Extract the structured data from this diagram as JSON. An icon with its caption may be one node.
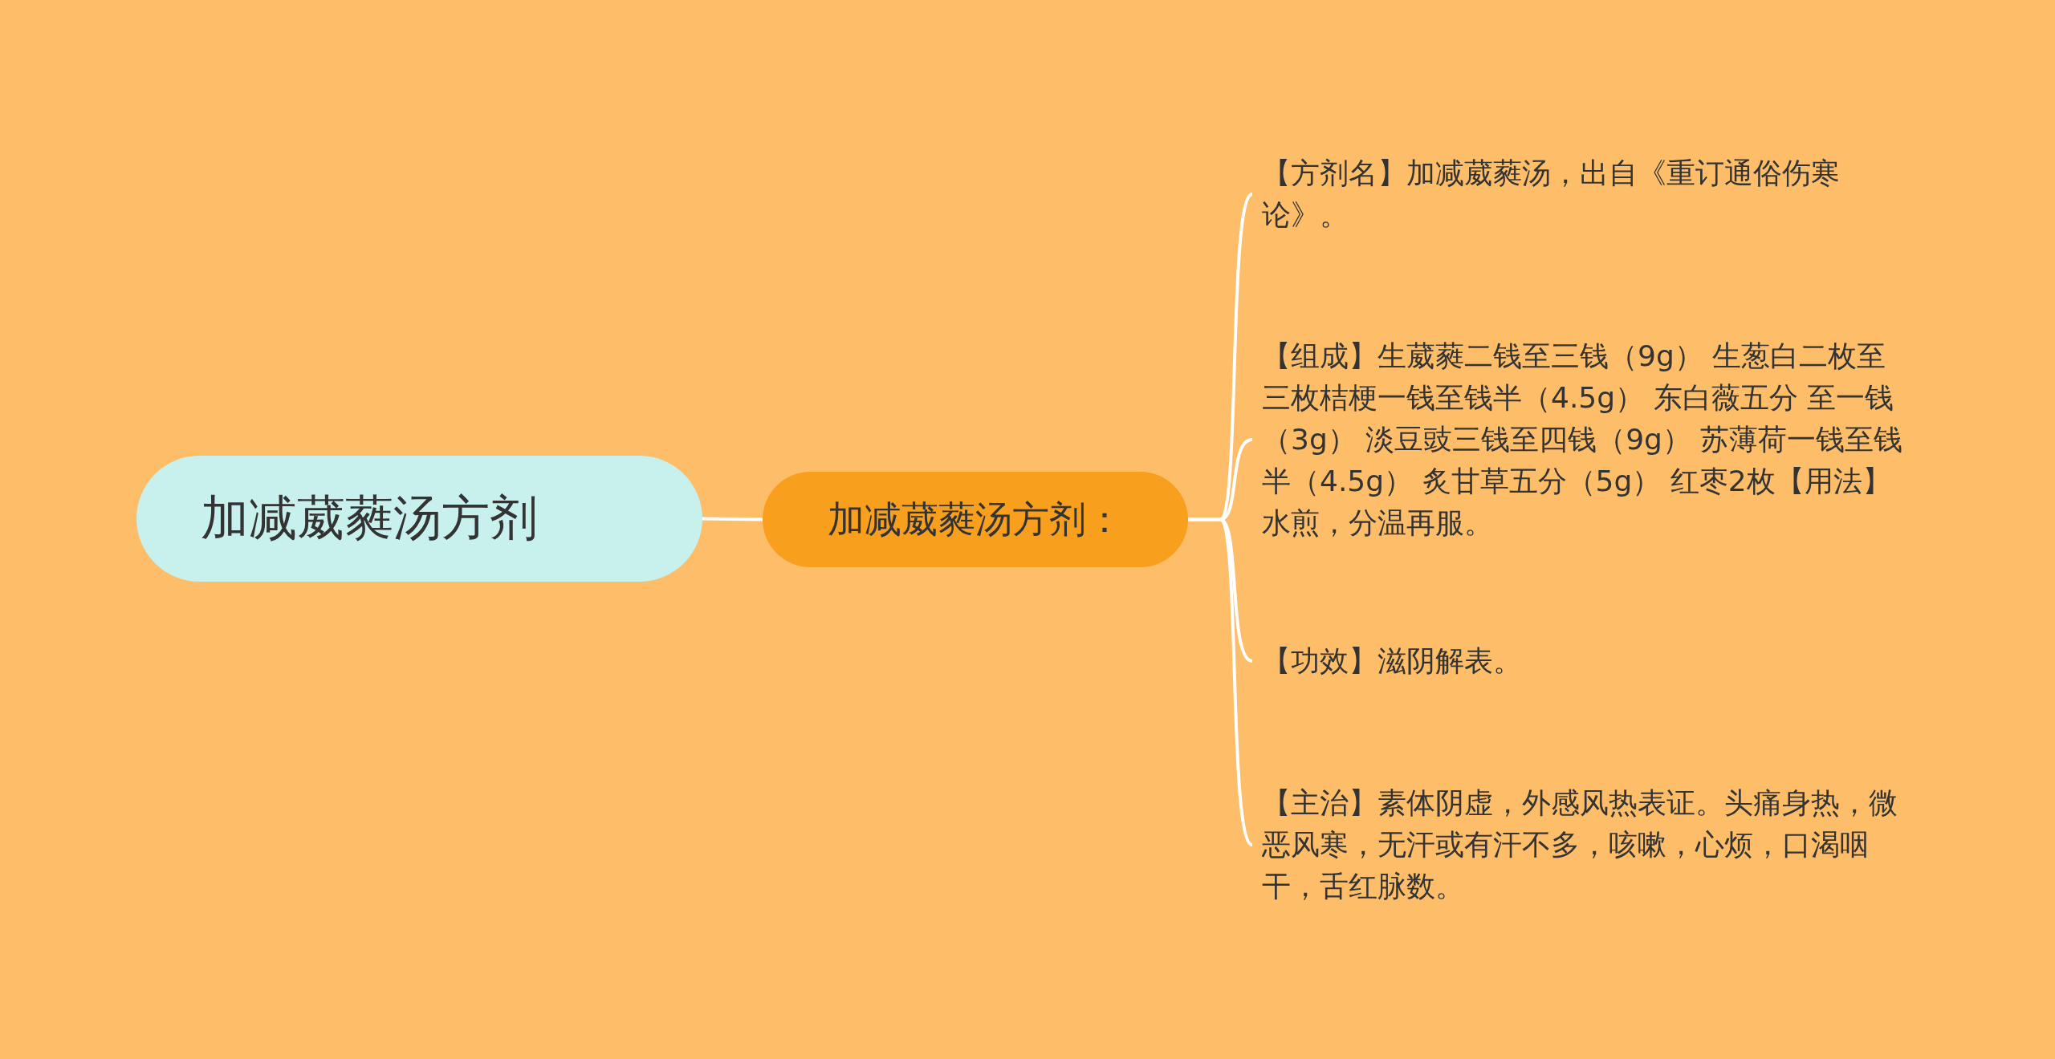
{
  "diagram": {
    "nodes": [
      {
        "text": [
          "加减葳蕤汤方剂"
        ]
      },
      {
        "text": [
          "加减葳蕤汤方剂："
        ]
      },
      {
        "text": [
          "【方剂名】加减葳蕤汤，出自《重订通俗伤寒论》。"
        ]
      },
      {
        "text": [
          "【组成】生葳蕤二钱至三钱（9g） 生葱白二枚至三枚桔梗一钱至钱半（4.5g） 东白薇五分 至一钱（3g） 淡豆豉三钱至四钱（9g） 苏薄荷一钱至钱半（4.5g） 炙甘草五分（5g） 红枣2枚【用法】水煎，分温再服。"
        ]
      },
      {
        "text": [
          "【功效】滋阴解表。"
        ]
      },
      {
        "text": [
          "【主治】素体阴虚，外感风热表证。头痛身热，微恶风寒，无汗或有汗不多，咳嗽，心烦，口渴咽干，舌红脉数。"
        ]
      }
    ],
    "edges": [
      {
        "from": 0,
        "to": 1,
        "arrow": "none"
      },
      {
        "from": 1,
        "to": 2,
        "arrow": "none"
      },
      {
        "from": 1,
        "to": 3,
        "arrow": "none"
      },
      {
        "from": 1,
        "to": 4,
        "arrow": "none"
      },
      {
        "from": 1,
        "to": 5,
        "arrow": "none"
      }
    ]
  }
}
